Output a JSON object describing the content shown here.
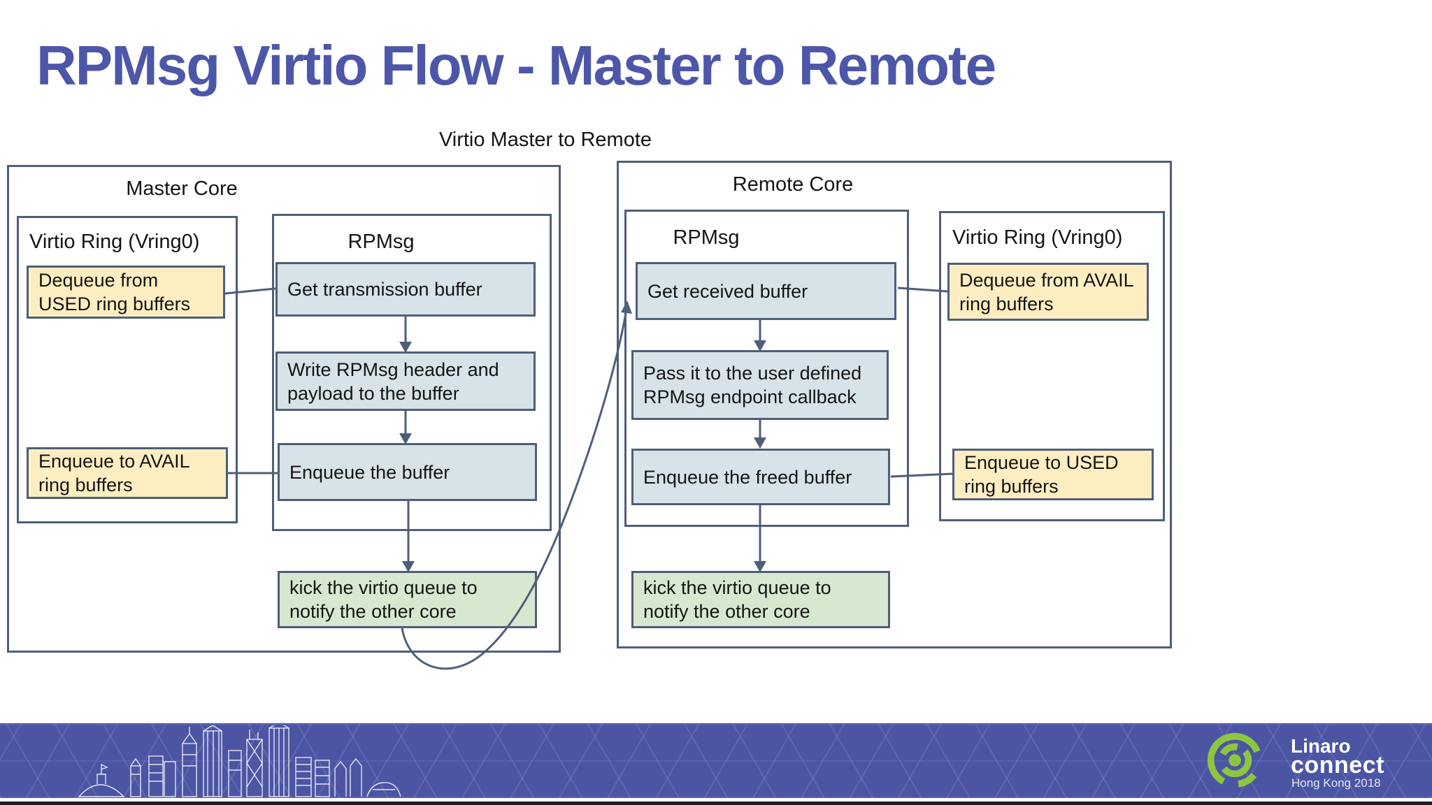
{
  "slide": {
    "title": "RPMsg Virtio Flow - Master to Remote",
    "diagram_title": "Virtio Master to Remote"
  },
  "master": {
    "label": "Master Core",
    "vring": {
      "label": "Virtio Ring (Vring0)",
      "dequeue": "Dequeue from USED ring buffers",
      "enqueue": "Enqueue to AVAIL ring buffers"
    },
    "rpmsg": {
      "label": "RPMsg",
      "steps": [
        "Get transmission buffer",
        "Write RPMsg header and payload to the buffer",
        "Enqueue the buffer"
      ]
    },
    "kick": "kick the virtio queue to notify the other core"
  },
  "remote": {
    "label": "Remote Core",
    "rpmsg": {
      "label": "RPMsg",
      "steps": [
        "Get received buffer",
        "Pass it to the user defined RPMsg endpoint callback",
        "Enqueue the freed buffer"
      ]
    },
    "vring": {
      "label": "Virtio Ring (Vring0)",
      "dequeue": "Dequeue from AVAIL ring buffers",
      "enqueue": "Enqueue to USED ring buffers"
    },
    "kick": "kick the virtio queue to notify the other core"
  },
  "footer": {
    "brand_line1": "Linaro",
    "brand_line2": "connect",
    "brand_line3": "Hong Kong 2018"
  },
  "colors": {
    "title": "#4d57a9",
    "box_border": "#4e5f78",
    "process_fill": "#d7e3e8",
    "ring_fill": "#fdeec2",
    "kick_fill": "#d8e8d0",
    "banner": "#4c55a4",
    "logo_green": "#8dc63f"
  }
}
